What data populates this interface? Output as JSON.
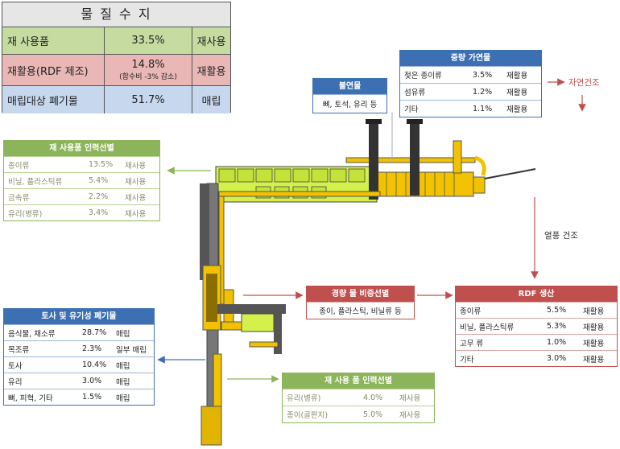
{
  "summary": {
    "title": "물 질 수 지",
    "rows": [
      {
        "name": "재 사용품",
        "value": "33.5%",
        "note": "",
        "use": "재사용",
        "color": "#c5dba0"
      },
      {
        "name": "재활용(RDF 제조)",
        "value": "14.8%",
        "note": "(함수비 -3% 감소)",
        "use": "재활용",
        "color": "#e9b7b5"
      },
      {
        "name": "매립대상 폐기물",
        "value": "51.7%",
        "note": "",
        "use": "매립",
        "color": "#c6d7ee"
      }
    ]
  },
  "boxes": {
    "reuse_manual": {
      "title": "재 사용품 인력선별",
      "rows": [
        {
          "name": "종이류",
          "value": "13.5%",
          "use": "재사용"
        },
        {
          "name": "비닐, 플라스틱류",
          "value": "5.4%",
          "use": "재사용"
        },
        {
          "name": "금속류",
          "value": "2.2%",
          "use": "재사용"
        },
        {
          "name": "유리(병류)",
          "value": "3.4%",
          "use": "재사용"
        }
      ]
    },
    "noncombustible": {
      "title": "불연물",
      "rows": [
        {
          "name": "뼈, 토석, 유리 등",
          "value": "",
          "use": ""
        }
      ]
    },
    "heavy_combustible": {
      "title": "중량 가연물",
      "rows": [
        {
          "name": "젖은 종이류",
          "value": "3.5%",
          "use": "재활용"
        },
        {
          "name": "섬유류",
          "value": "1.2%",
          "use": "재활용"
        },
        {
          "name": "기타",
          "value": "1.1%",
          "use": "재활용"
        }
      ]
    },
    "light_separation": {
      "title": "경량 물 비중선별",
      "rows": [
        {
          "name": "종이, 플라스틱, 비닐류 등",
          "value": "",
          "use": ""
        }
      ]
    },
    "rdf": {
      "title": "RDF 생산",
      "rows": [
        {
          "name": "종이류",
          "value": "5.5%",
          "use": "재활용"
        },
        {
          "name": "비닐, 플라스틱류",
          "value": "5.3%",
          "use": "재활용"
        },
        {
          "name": "고무 류",
          "value": "1.0%",
          "use": "재활용"
        },
        {
          "name": "기타",
          "value": "3.0%",
          "use": "재활용"
        }
      ]
    },
    "soil_organic": {
      "title": "토사 및 유기성 폐기물",
      "rows": [
        {
          "name": "음식물, 채소류",
          "value": "28.7%",
          "use": "매립"
        },
        {
          "name": "목조류",
          "value": "2.3%",
          "use": "일부 매립"
        },
        {
          "name": "토사",
          "value": "10.4%",
          "use": "매립"
        },
        {
          "name": "유리",
          "value": "3.0%",
          "use": "매립"
        },
        {
          "name": "뼈, 피혁, 기타",
          "value": "1.5%",
          "use": "매립"
        }
      ]
    },
    "reuse_manual_2": {
      "title": "재 사용 품 인력선별",
      "rows": [
        {
          "name": "유리(병류)",
          "value": "4.0%",
          "use": "재사용"
        },
        {
          "name": "종이(골판지)",
          "value": "5.0%",
          "use": "재사용"
        }
      ]
    }
  },
  "labels": {
    "natural_dry": "자연건조",
    "hot_air_dry": "열풍 건조"
  },
  "colors": {
    "green": "#8cb45a",
    "blue": "#3d6fb3",
    "red": "#c0504d",
    "machine_green": "#d4f04a",
    "conveyor_yellow": "#f2c200"
  }
}
